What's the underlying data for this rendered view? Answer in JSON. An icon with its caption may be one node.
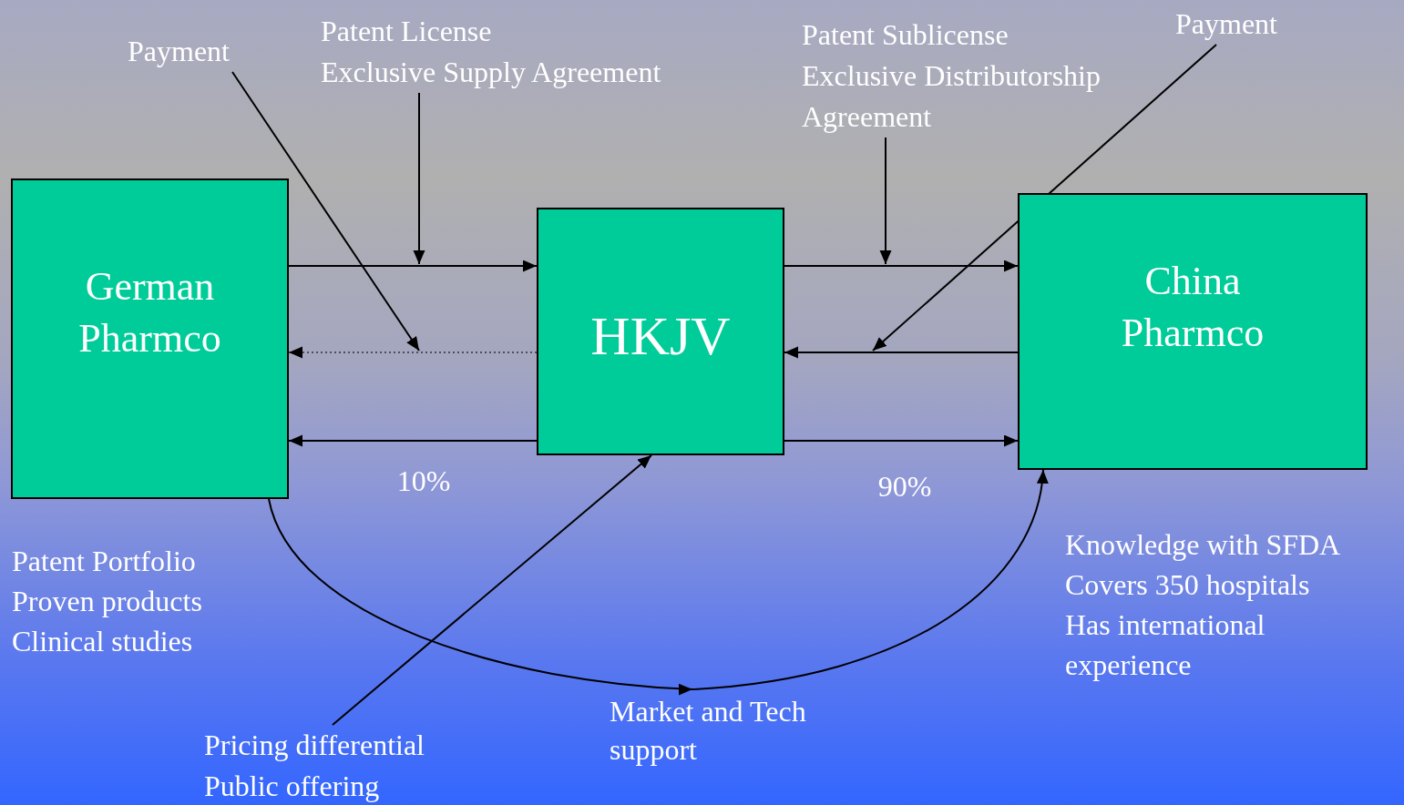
{
  "diagram": {
    "nodes": [
      {
        "text": [
          "German Pharmco"
        ],
        "beside": [
          "Patent Portfolio",
          "Proven products",
          "Clinical studies"
        ]
      },
      {
        "text": [
          "HKJV"
        ]
      },
      {
        "text": [
          "China Pharmco"
        ],
        "beside": [
          "Knowledge with SFDA",
          "Covers 350 hospitals",
          "Has international experience"
        ]
      },
      {
        "text": [
          "Payment"
        ]
      },
      {
        "text": [
          "Patent License",
          "Exclusive Supply Agreement"
        ]
      },
      {
        "text": [
          "Patent Sublicense",
          "Exclusive Distributorship Agreement"
        ]
      },
      {
        "text": [
          "Payment"
        ]
      },
      {
        "text": [
          "Pricing differential",
          "Public offering"
        ]
      }
    ],
    "edges": [
      {
        "from": 0,
        "to": 1,
        "arrow": "to"
      },
      {
        "from": 1,
        "to": 0,
        "arrow": "to",
        "style": "dashed"
      },
      {
        "from": 1,
        "to": 0,
        "arrow": "to",
        "label": "10%"
      },
      {
        "from": 1,
        "to": 2,
        "arrow": "to"
      },
      {
        "from": 2,
        "to": 1,
        "arrow": "to"
      },
      {
        "from": 1,
        "to": 2,
        "arrow": "to",
        "label": "90%"
      },
      {
        "from": 3,
        "to": null,
        "arrow": "to"
      },
      {
        "from": 4,
        "to": null,
        "arrow": "to"
      },
      {
        "from": 5,
        "to": null,
        "arrow": "to"
      },
      {
        "from": 6,
        "to": null,
        "arrow": "to"
      },
      {
        "from": 7,
        "to": 1,
        "arrow": "to"
      },
      {
        "from": 0,
        "to": 2,
        "arrow": "to",
        "label": "Market and Tech support"
      }
    ]
  }
}
